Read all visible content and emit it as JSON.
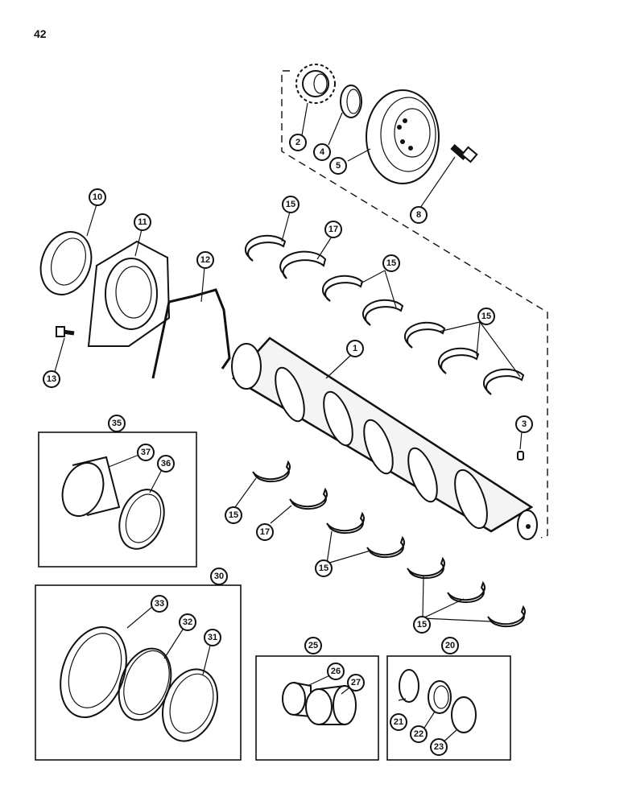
{
  "page": {
    "number": "42"
  },
  "callouts": {
    "c1": "1",
    "c2": "2",
    "c3": "3",
    "c4": "4",
    "c5": "5",
    "c8": "8",
    "c10": "10",
    "c11": "11",
    "c12": "12",
    "c13": "13",
    "c15a": "15",
    "c15b": "15",
    "c15c": "15",
    "c15d": "15",
    "c15e": "15",
    "c15f": "15",
    "c17a": "17",
    "c17b": "17",
    "c20": "20",
    "c21": "21",
    "c22": "22",
    "c23": "23",
    "c25": "25",
    "c26": "26",
    "c27": "27",
    "c30": "30",
    "c31": "31",
    "c32": "32",
    "c33": "33",
    "c35": "35",
    "c36": "36",
    "c37": "37"
  }
}
